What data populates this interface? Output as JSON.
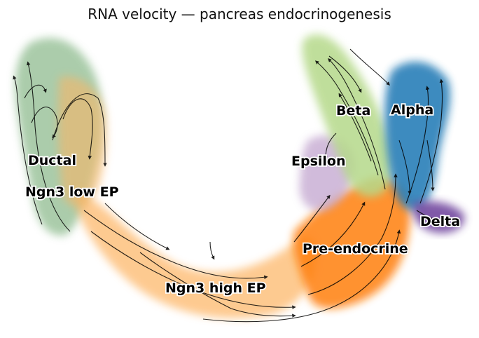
{
  "title": "RNA velocity — pancreas endocrinogenesis",
  "clusters": [
    {
      "id": "ductal",
      "label": "Ductal",
      "color": "#8fbc8f"
    },
    {
      "id": "ngn3-low",
      "label": "Ngn3 low EP",
      "color": "#8fbc8f"
    },
    {
      "id": "ngn3-high",
      "label": "Ngn3 high EP",
      "color": "#fdb462"
    },
    {
      "id": "pre-endocrine",
      "label": "Pre-endocrine",
      "color": "#ff7f0e"
    },
    {
      "id": "epsilon",
      "label": "Epsilon",
      "color": "#c2a5cf"
    },
    {
      "id": "beta",
      "label": "Beta",
      "color": "#b5d98a"
    },
    {
      "id": "alpha",
      "label": "Alpha",
      "color": "#1f77b4"
    },
    {
      "id": "delta",
      "label": "Delta",
      "color": "#6a3d9a"
    }
  ]
}
